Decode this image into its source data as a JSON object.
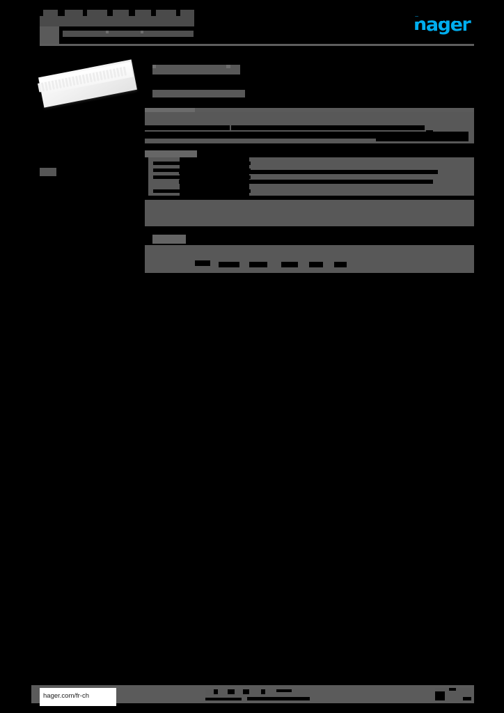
{
  "document": {
    "type": "product-datasheet",
    "state": "redacted",
    "page_size": "724x1024"
  },
  "brand": {
    "logo_text": "hager",
    "logo_color": "#00AEEF"
  },
  "colors": {
    "background": "#000000",
    "redaction": "#585858",
    "redaction_light": "#6b6b6b",
    "redaction_dark": "#4c4c4c",
    "accent": "#00AEEF",
    "footer_box": "#ffffff"
  },
  "header": {
    "title": "",
    "subtitle": "",
    "reference": ""
  },
  "product_image": {
    "alt": "comb-busbar-product-photo",
    "teeth_count": 26
  },
  "left_column": {
    "label": ""
  },
  "sections": [
    {
      "heading": "",
      "subheading": "",
      "rows": []
    },
    {
      "heading": "",
      "rows": []
    },
    {
      "heading": "",
      "rows": []
    },
    {
      "heading": "",
      "rows": []
    }
  ],
  "footer": {
    "url": "hager.com/fr-ch",
    "center_text": "",
    "page_number": ""
  }
}
